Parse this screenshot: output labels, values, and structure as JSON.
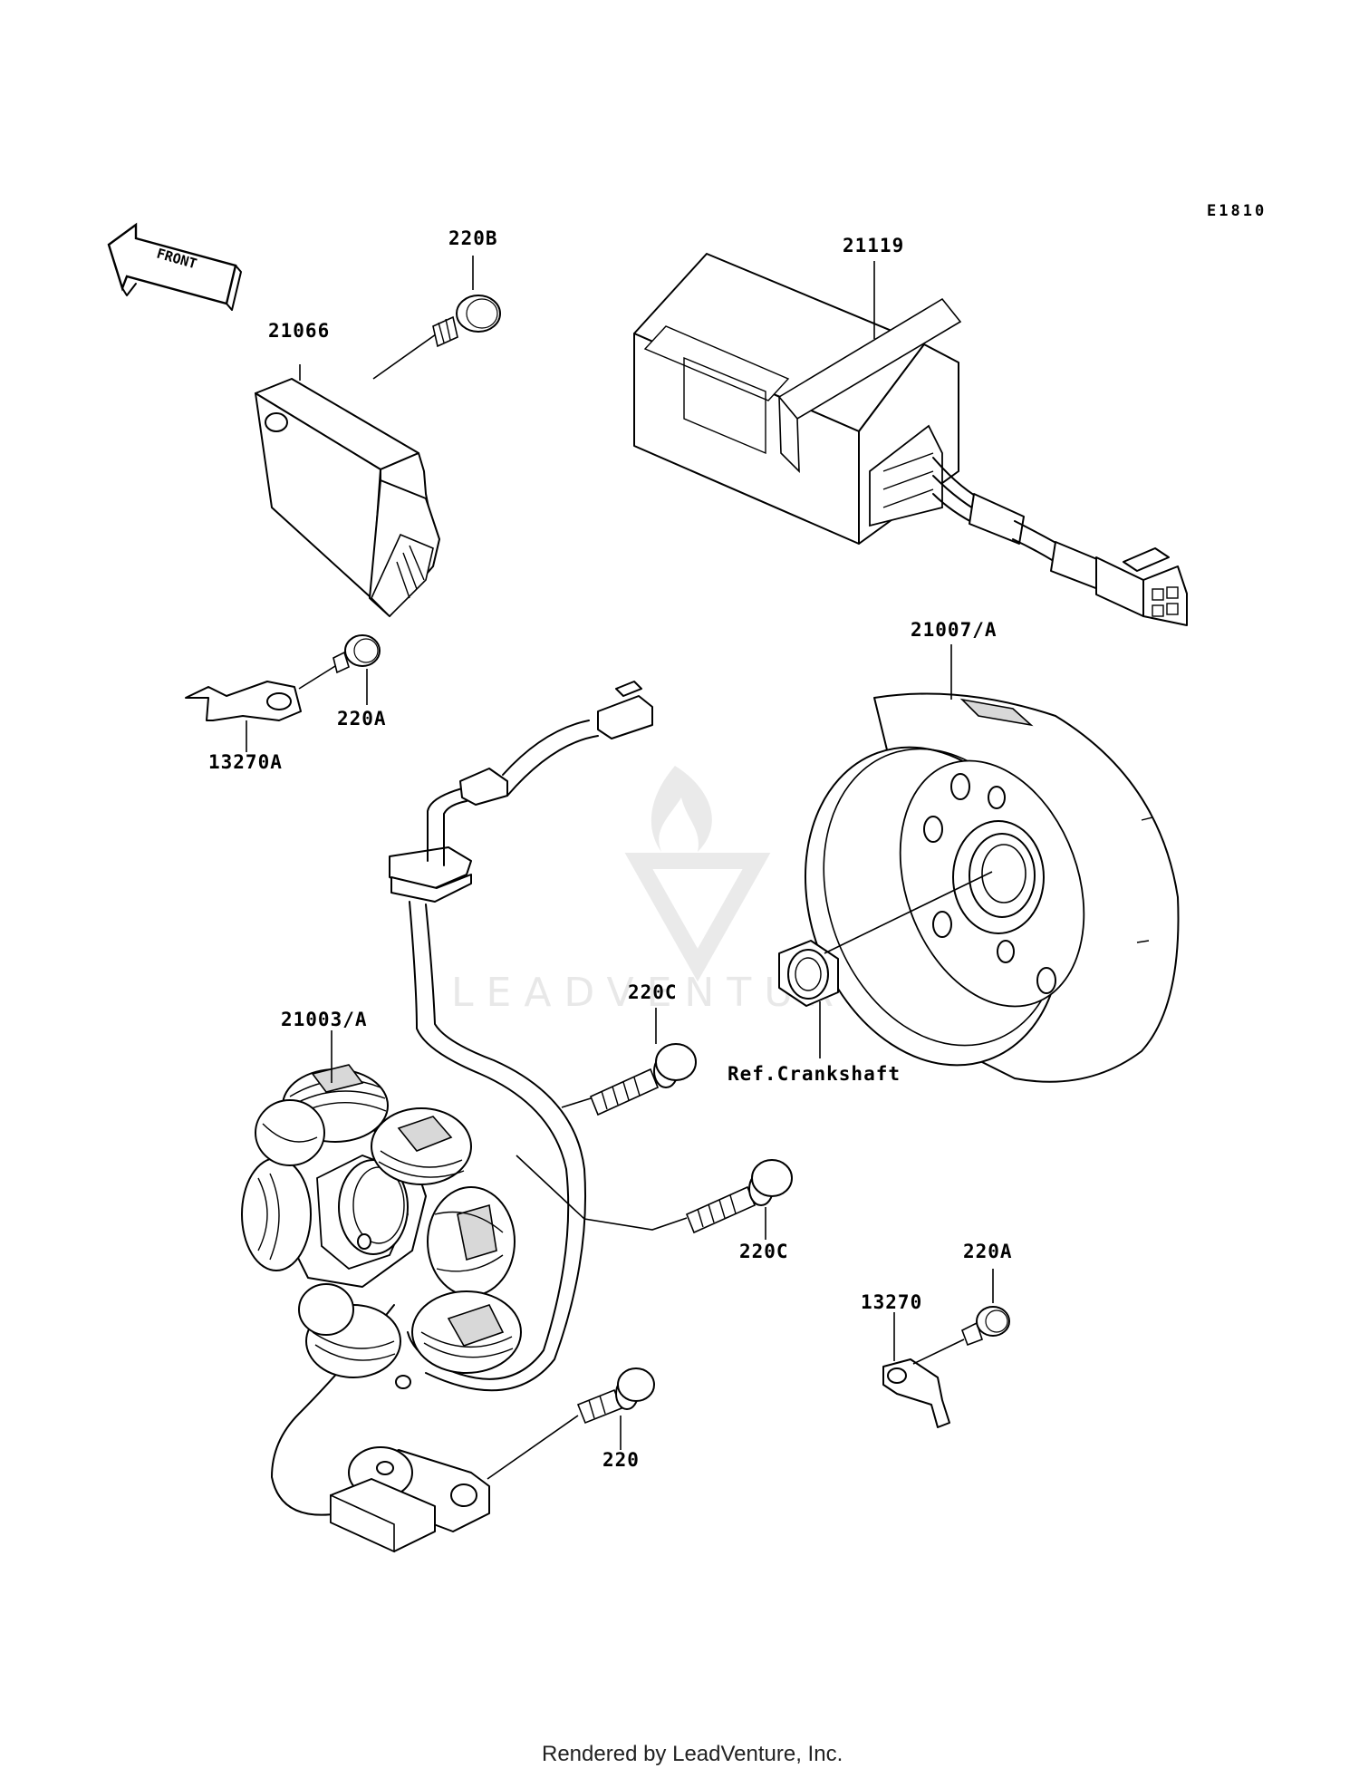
{
  "diagram_code": "E1810",
  "front_arrow_label": "FRONT",
  "parts": {
    "cdi_unit": "21066",
    "bolt_cdi": "220B",
    "regulator": "21119",
    "flywheel": "21007/A",
    "clamp_left": "13270A",
    "bolt_clamp_left": "220A",
    "stator": "21003/A",
    "bolt_stator_upper": "220C",
    "bolt_stator_lower": "220C",
    "bolt_pickup": "220",
    "clamp_right": "13270",
    "bolt_clamp_right": "220A"
  },
  "reference_label": "Ref.Crankshaft",
  "watermark": "LEADVENTURE",
  "footer": "Rendered by LeadVenture, Inc."
}
